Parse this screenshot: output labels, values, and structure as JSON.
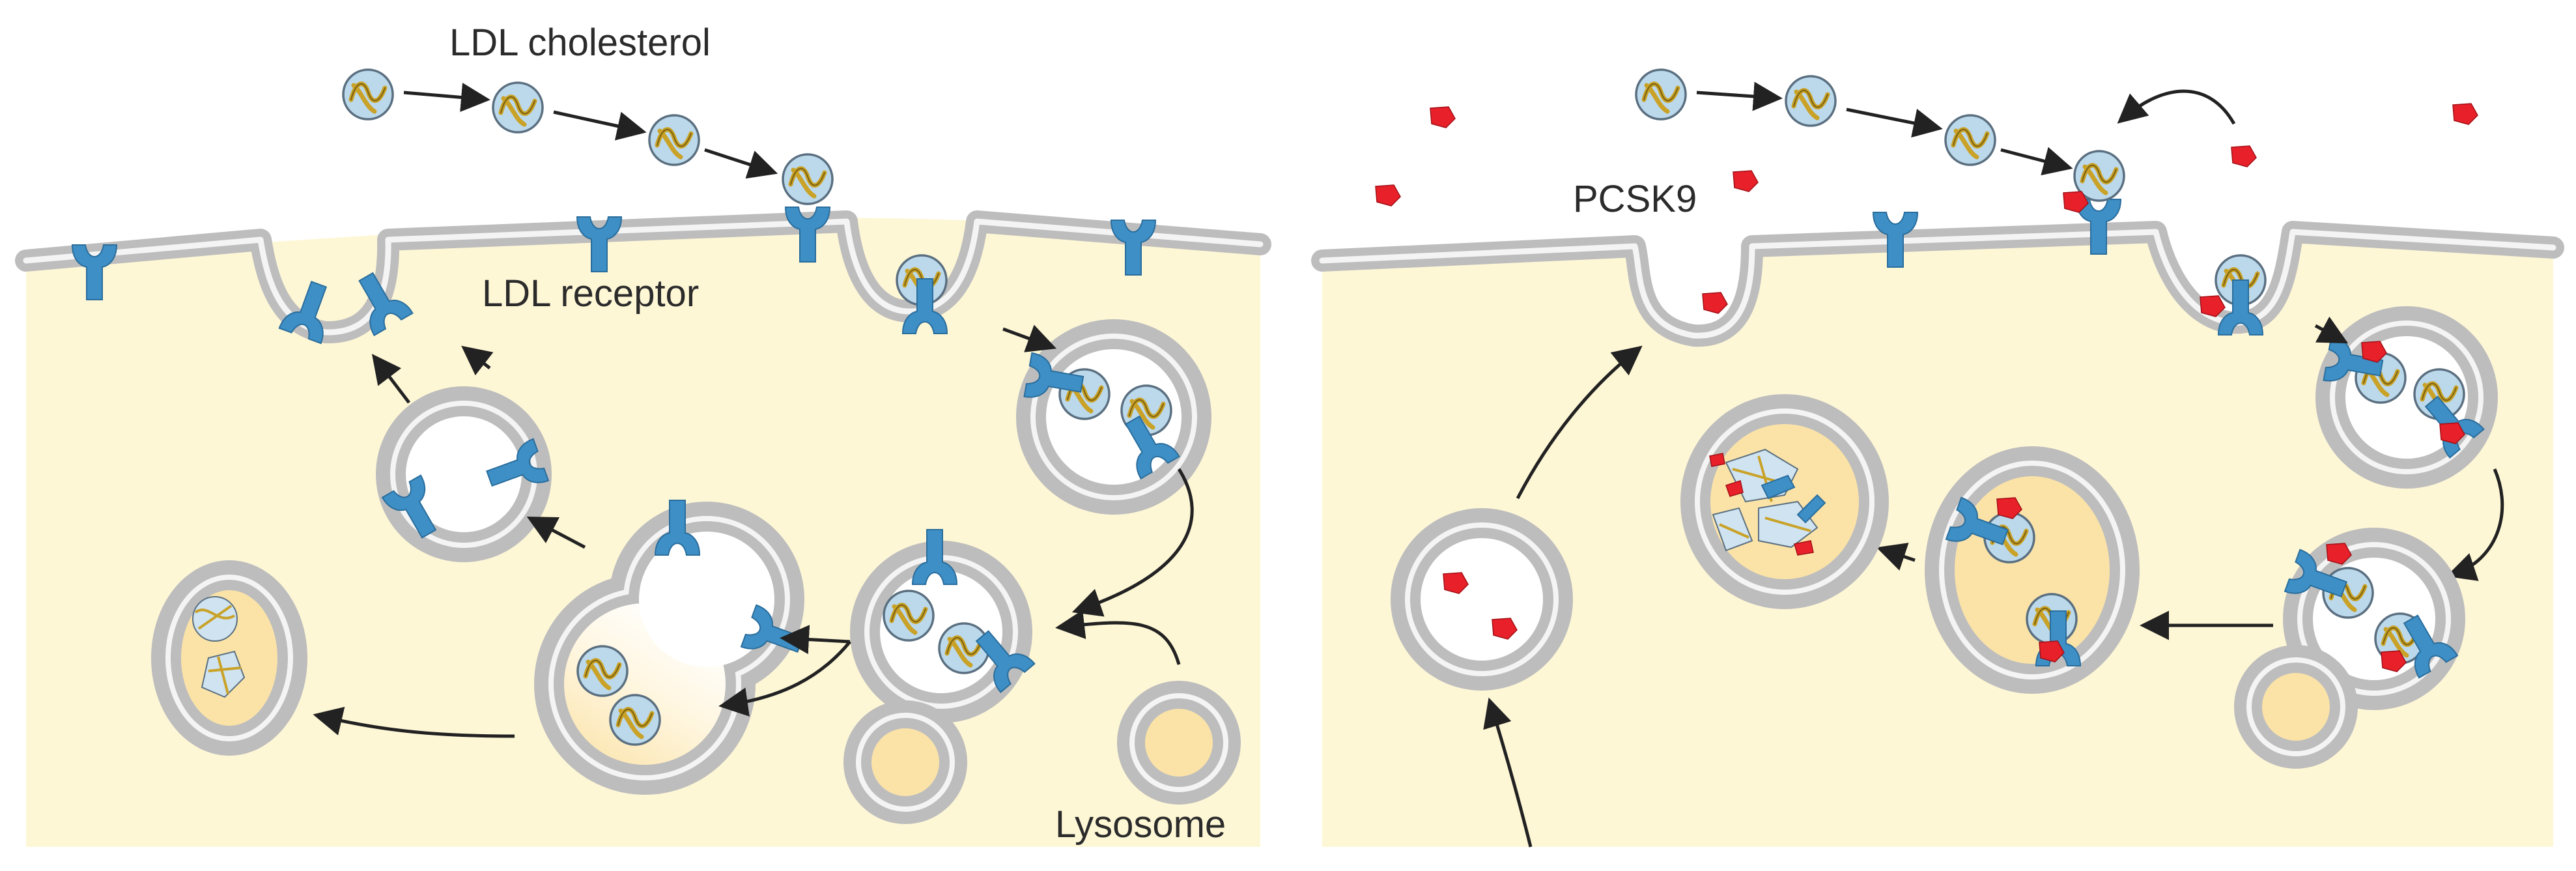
{
  "labels": {
    "ldl_cholesterol": "LDL cholesterol",
    "ldl_receptor": "LDL receptor",
    "lysosome": "Lysosome",
    "pcsk9": "PCSK9"
  },
  "colors": {
    "cytoplasm": "#fef7d6",
    "membrane": "#bdbdbd",
    "ldl_particle": "#bcd9ec",
    "ldl_core": "#c9a227",
    "receptor": "#3d8fc6",
    "pcsk9": "#e8202a",
    "lysosome_lumen": "#fbe3a8",
    "arrow": "#222222"
  },
  "panels": [
    {
      "id": "left",
      "description_key": "ldl_receptor_recycling"
    },
    {
      "id": "right",
      "description_key": "pcsk9_receptor_degradation"
    }
  ]
}
